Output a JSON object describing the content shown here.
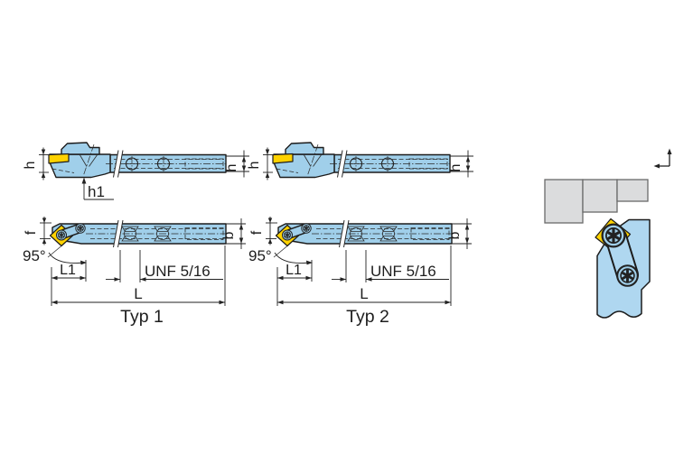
{
  "figure": {
    "dims": {
      "h": "h",
      "h1": "h1",
      "f": "f",
      "b": "b",
      "angle": "95°",
      "l1": "L1",
      "thread": "UNF 5/16",
      "l": "L"
    },
    "types": {
      "typ1": "Typ 1",
      "typ2": "Typ 2"
    },
    "colors": {
      "holder_blue": "#A0CFEA",
      "holder_blue_light": "#AFD7F0",
      "insert_yellow": "#FFD200",
      "workpiece_gray": "#DBDCDD",
      "line_dark": "#1C1C1C"
    }
  }
}
